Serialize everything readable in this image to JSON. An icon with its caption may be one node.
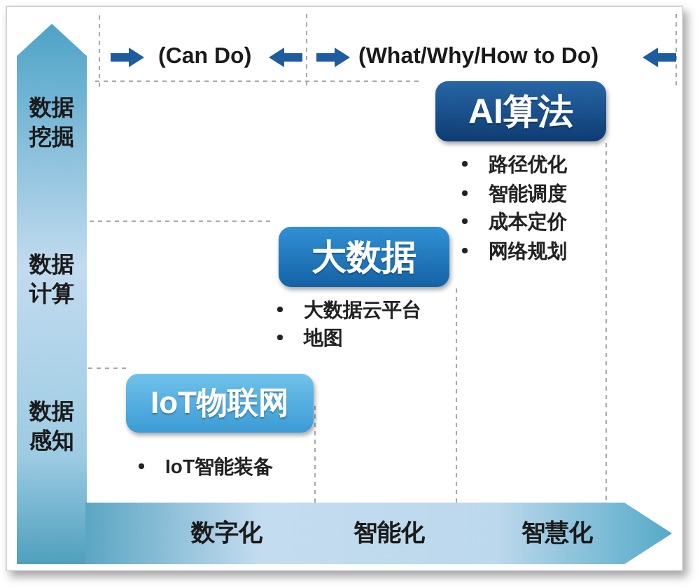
{
  "diagram": {
    "nodes": [
      {
        "text": [
          "数据挖掘",
          "数据计算",
          "数据感知"
        ]
      },
      {
        "text": [
          "AI算法"
        ],
        "beside": [
          "路径优化",
          "智能调度",
          "成本定价",
          "网络规划"
        ]
      },
      {
        "text": [
          "大数据"
        ],
        "beside": [
          "大数据云平台",
          "地图"
        ]
      },
      {
        "text": [
          "IoT物联网"
        ],
        "beside": [
          "IoT智能装备"
        ]
      },
      {
        "text": [
          "数字化",
          "智能化",
          "智慧化"
        ]
      }
    ],
    "labels": [
      "(Can Do)",
      "(What/Why/How to Do)"
    ]
  }
}
